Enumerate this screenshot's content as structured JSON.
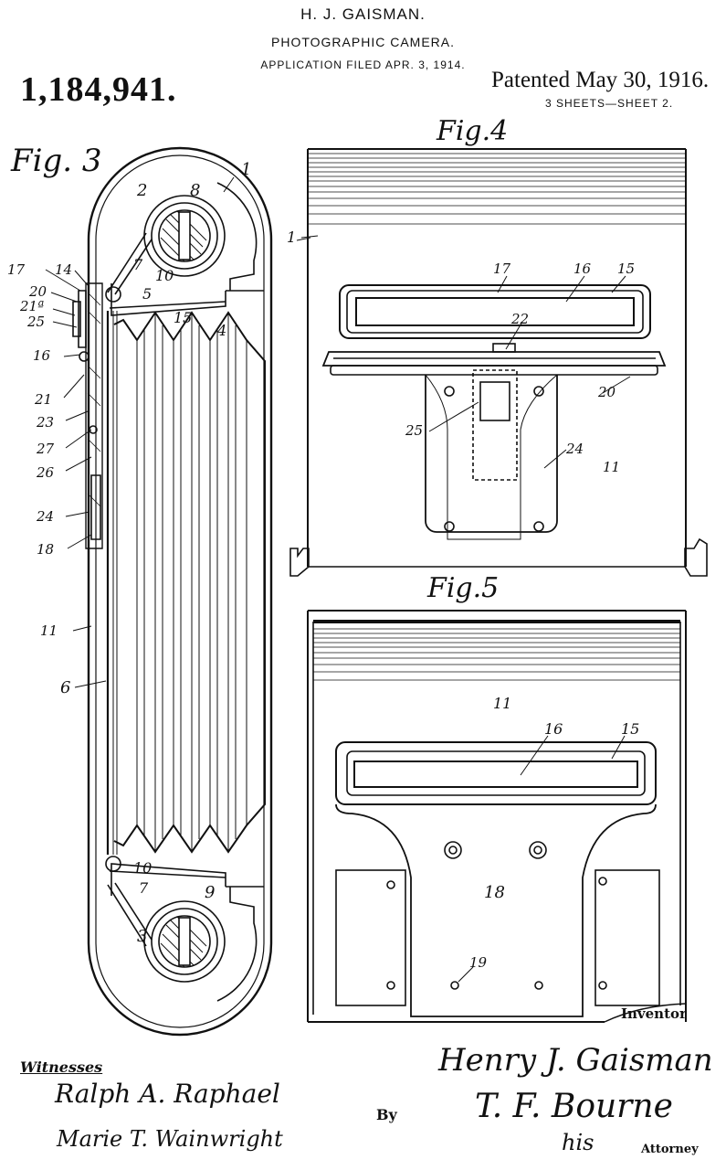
{
  "header": {
    "inventor_name": "H. J. GAISMAN.",
    "title": "PHOTOGRAPHIC CAMERA.",
    "application": "APPLICATION FILED APR. 3, 1914.",
    "patent_number": "1,184,941.",
    "patented": "Patented May 30, 1916.",
    "sheets": "3 SHEETS—SHEET 2."
  },
  "figures": {
    "fig3": "Fig. 3",
    "fig4": "Fig.4",
    "fig5": "Fig.5"
  },
  "fig3_labels": {
    "l1": "1",
    "l2": "2",
    "l8": "8",
    "l17": "17",
    "l14": "14",
    "l7": "7",
    "l10": "10",
    "l20": "20",
    "l21a": "21ª",
    "l5": "5",
    "l25": "25",
    "l15": "15",
    "l4": "4",
    "l16": "16",
    "l21": "21",
    "l23": "23",
    "l27": "27",
    "l26": "26",
    "l24": "24",
    "l18": "18",
    "l11": "11",
    "l6": "6",
    "l10b": "10",
    "l7b": "7",
    "l9": "9",
    "l3": "3"
  },
  "fig4_labels": {
    "l1": "1",
    "l17": "17",
    "l16": "16",
    "l15": "15",
    "l22": "22",
    "l20": "20",
    "l25": "25",
    "l24": "24",
    "l11": "11"
  },
  "fig5_labels": {
    "l11": "11",
    "l16": "16",
    "l15": "15",
    "l18": "18",
    "l19": "19"
  },
  "signatures": {
    "witnesses_label": "Witnesses",
    "witness1": "Ralph A. Raphael",
    "witness2": "Marie T. Wainwright",
    "inventor_label": "Inventor",
    "inventor_signature": "Henry J. Gaisman",
    "by_label": "By",
    "attorney_signature": "T. F. Bourne",
    "his_label": "his",
    "attorney_label": "Attorney"
  }
}
